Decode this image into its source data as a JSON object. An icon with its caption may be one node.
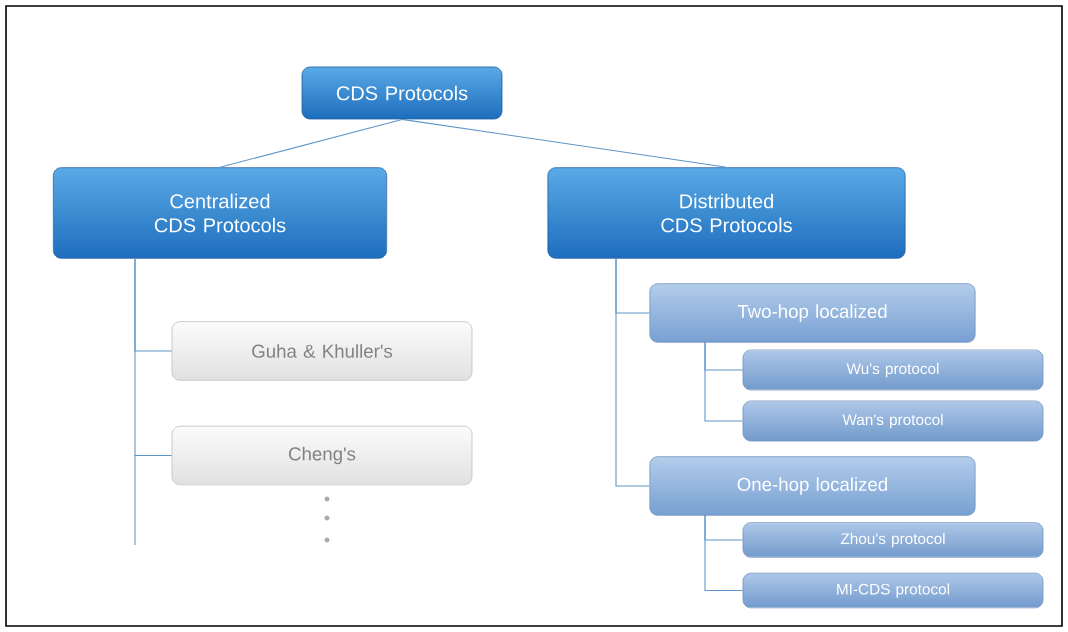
{
  "diagram": {
    "nodes": [
      {
        "text": [
          "CDS Protocols"
        ]
      },
      {
        "text": [
          "Centralized CDS Protocols"
        ]
      },
      {
        "text": [
          "Distributed CDS Protocols"
        ]
      },
      {
        "text": [
          "Guha & Khuller's"
        ]
      },
      {
        "text": [
          "Cheng's"
        ]
      },
      {
        "text": [
          "Two-hop localized"
        ]
      },
      {
        "text": [
          "Wu's protocol"
        ]
      },
      {
        "text": [
          "Wan's protocol"
        ]
      },
      {
        "text": [
          "One-hop localized"
        ]
      },
      {
        "text": [
          "Zhou's protocol"
        ]
      },
      {
        "text": [
          "MI-CDS protocol"
        ]
      }
    ],
    "edges": [
      {
        "from": 0,
        "to": 1,
        "arrow": "none"
      },
      {
        "from": 0,
        "to": 2,
        "arrow": "none"
      },
      {
        "from": 1,
        "to": 3,
        "arrow": "none"
      },
      {
        "from": 1,
        "to": 4,
        "arrow": "none"
      },
      {
        "from": 2,
        "to": 5,
        "arrow": "none"
      },
      {
        "from": 2,
        "to": 8,
        "arrow": "none"
      },
      {
        "from": 5,
        "to": 6,
        "arrow": "none"
      },
      {
        "from": 5,
        "to": 7,
        "arrow": "none"
      },
      {
        "from": 8,
        "to": 9,
        "arrow": "none"
      },
      {
        "from": 8,
        "to": 10,
        "arrow": "none"
      }
    ]
  }
}
